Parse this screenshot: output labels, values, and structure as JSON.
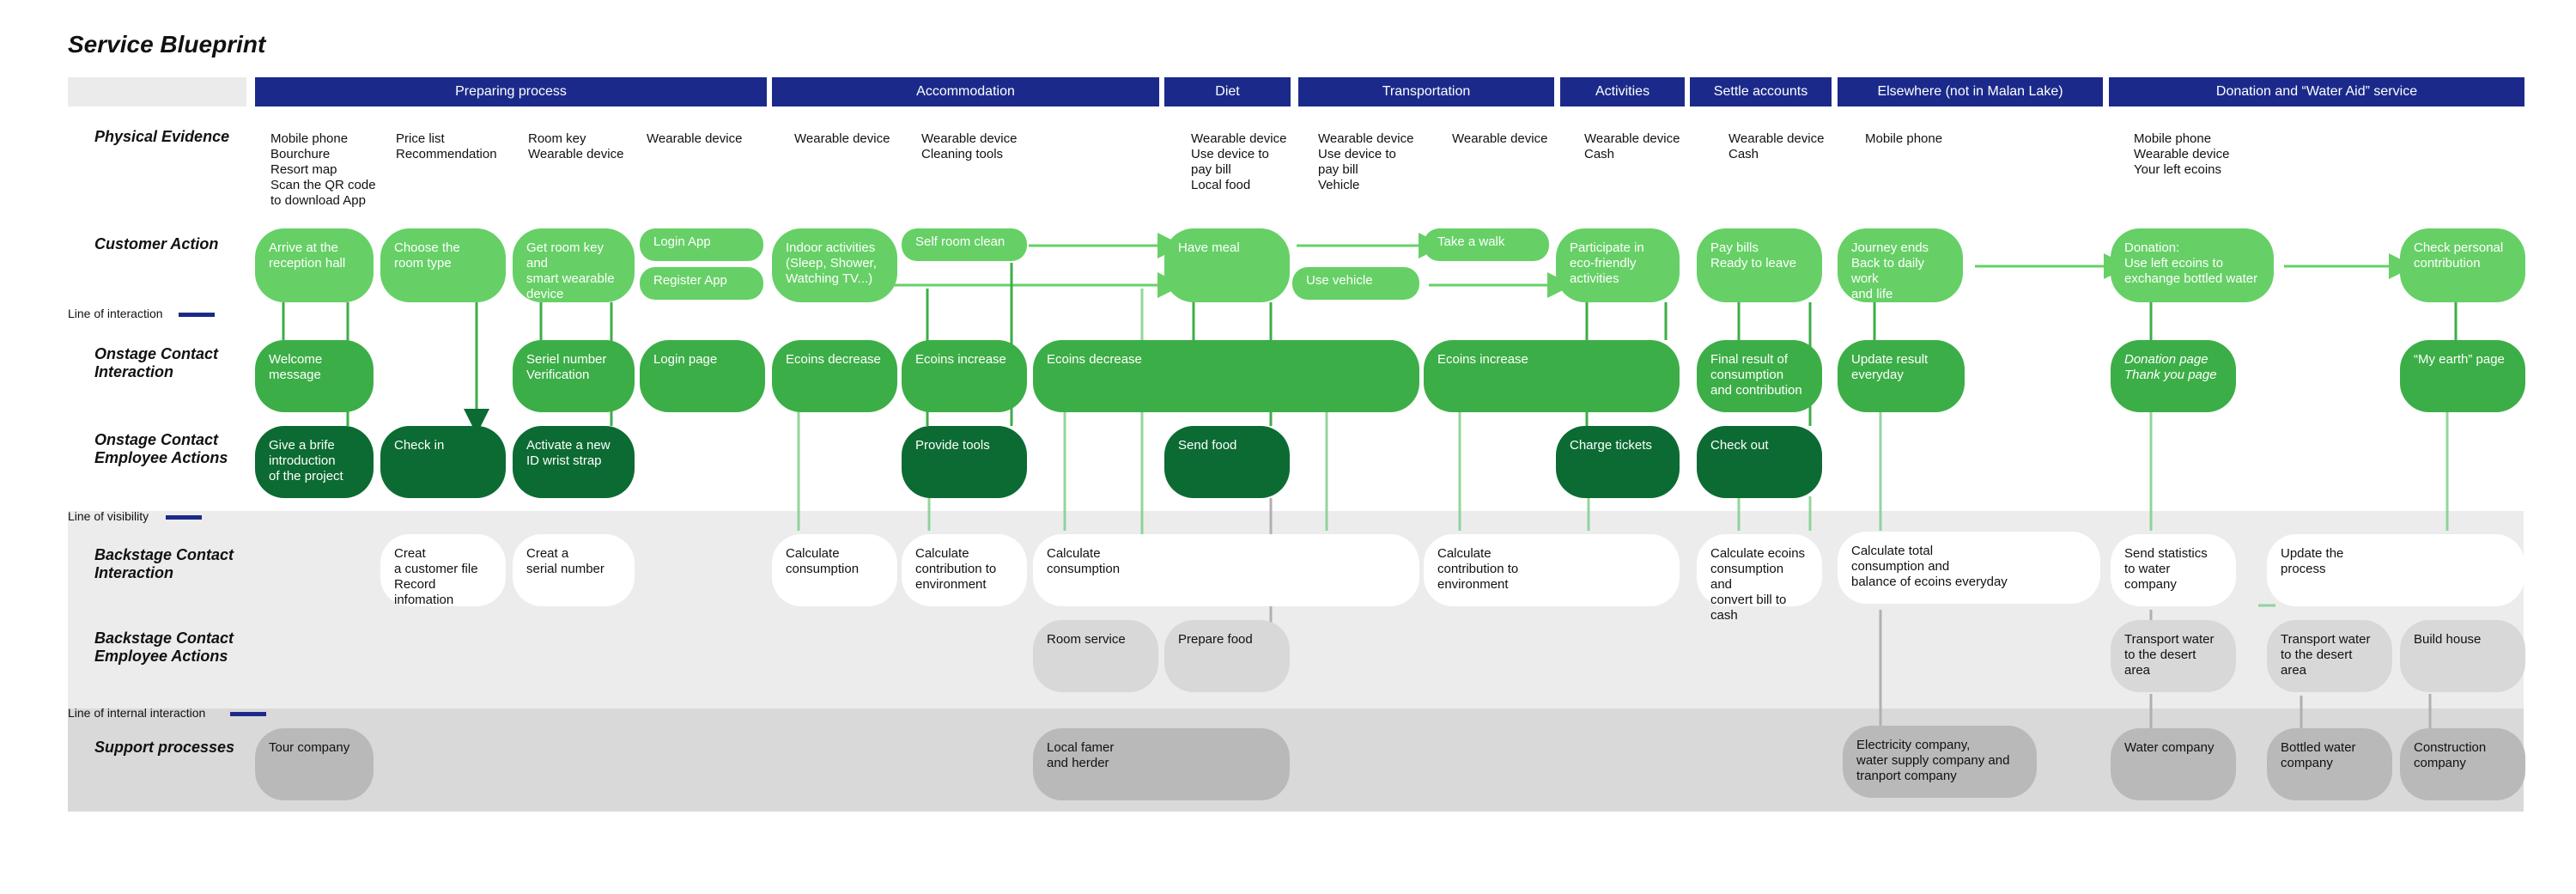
{
  "title": "Service Blueprint",
  "stages": [
    "Preparing process",
    "Accommodation",
    "Diet",
    "Transportation",
    "Activities",
    "Settle accounts",
    "Elsewhere (not in Malan Lake)",
    "Donation and “Water Aid” service"
  ],
  "rows": {
    "physical_evidence": "Physical Evidence",
    "customer_action": "Customer Action",
    "onstage_interaction": "Onstage Contact\nInteraction",
    "onstage_employee": "Onstage Contact\nEmployee Actions",
    "backstage_interaction": "Backstage Contact\nInteraction",
    "backstage_employee": "Backstage Contact\nEmployee Actions",
    "support": "Support processes"
  },
  "lines": {
    "interaction": "Line of interaction",
    "visibility": "Line of visibility",
    "internal": "Line of internal interaction"
  },
  "physical_evidence": [
    "Mobile phone\nBourchure\nResort map\nScan the QR code\nto download App",
    "Price list\nRecommendation",
    "Room key\nWearable device",
    "Wearable device",
    "Wearable device",
    "Wearable device\nCleaning tools",
    "Wearable device\nUse device to\npay bill\nLocal food",
    "Wearable device\nUse device to\npay bill\nVehicle",
    "Wearable device",
    "Wearable device\nCash",
    "Wearable device\nCash",
    "Mobile phone",
    "Mobile phone\nWearable device\nYour left ecoins"
  ],
  "customer_actions": [
    "Arrive at the\nreception hall",
    "Choose the\nroom type",
    "Get room key and\nsmart wearable\ndevice",
    "Login App",
    "Register App",
    "Indoor activities\n(Sleep, Shower,\nWatching TV...)",
    "Self room clean",
    "Have meal",
    "Use vehicle",
    "Take a walk",
    "Participate in\neco-friendly\nactivities",
    "Pay bills\nReady to leave",
    "Journey ends\nBack to daily work\nand life",
    "Donation:\nUse left ecoins to\nexchange bottled water",
    "Check personal\ncontribution"
  ],
  "onstage_interaction": [
    "Welcome\nmessage",
    "Seriel number\nVerification",
    "Login page",
    "Ecoins decrease",
    "Ecoins increase",
    "Ecoins decrease",
    "Ecoins increase",
    "Final result of\nconsumption\nand contribution",
    "Update result\neveryday",
    "Donation page\nThank you page",
    "“My earth” page"
  ],
  "onstage_employee": [
    "Give a brife\nintroduction\nof the project",
    "Check in",
    "Activate a new\nID wrist strap",
    "Provide tools",
    "Send food",
    "Charge tickets",
    "Check out"
  ],
  "backstage_interaction": [
    "Creat\na customer file\nRecord infomation",
    "Creat a\nserial number",
    "Calculate\nconsumption",
    "Calculate\ncontribution to\nenvironment",
    "Calculate\nconsumption",
    "Calculate\ncontribution to\nenvironment",
    "Calculate ecoins\nconsumption and\nconvert bill to cash",
    "Calculate total\nconsumption and\nbalance of ecoins everyday",
    "Send statistics\nto water company",
    "Update the\nprocess"
  ],
  "backstage_employee": [
    "Room service",
    "Prepare food",
    "Transport water\nto the desert\narea",
    "Transport water\nto the desert\narea",
    "Build house"
  ],
  "support": [
    "Tour company",
    "Local famer\nand herder",
    "Electricity company,\nwater supply company and\ntranport company",
    "Water company",
    "Bottled water\ncompany",
    "Construction\ncompany"
  ],
  "colors": {
    "header": "#1b2a8a",
    "customer": "#66d066",
    "onstage": "#3cae47",
    "employee": "#0c6b32",
    "backstage_bg": "#ececed",
    "support_bg": "#d9d9d9"
  }
}
